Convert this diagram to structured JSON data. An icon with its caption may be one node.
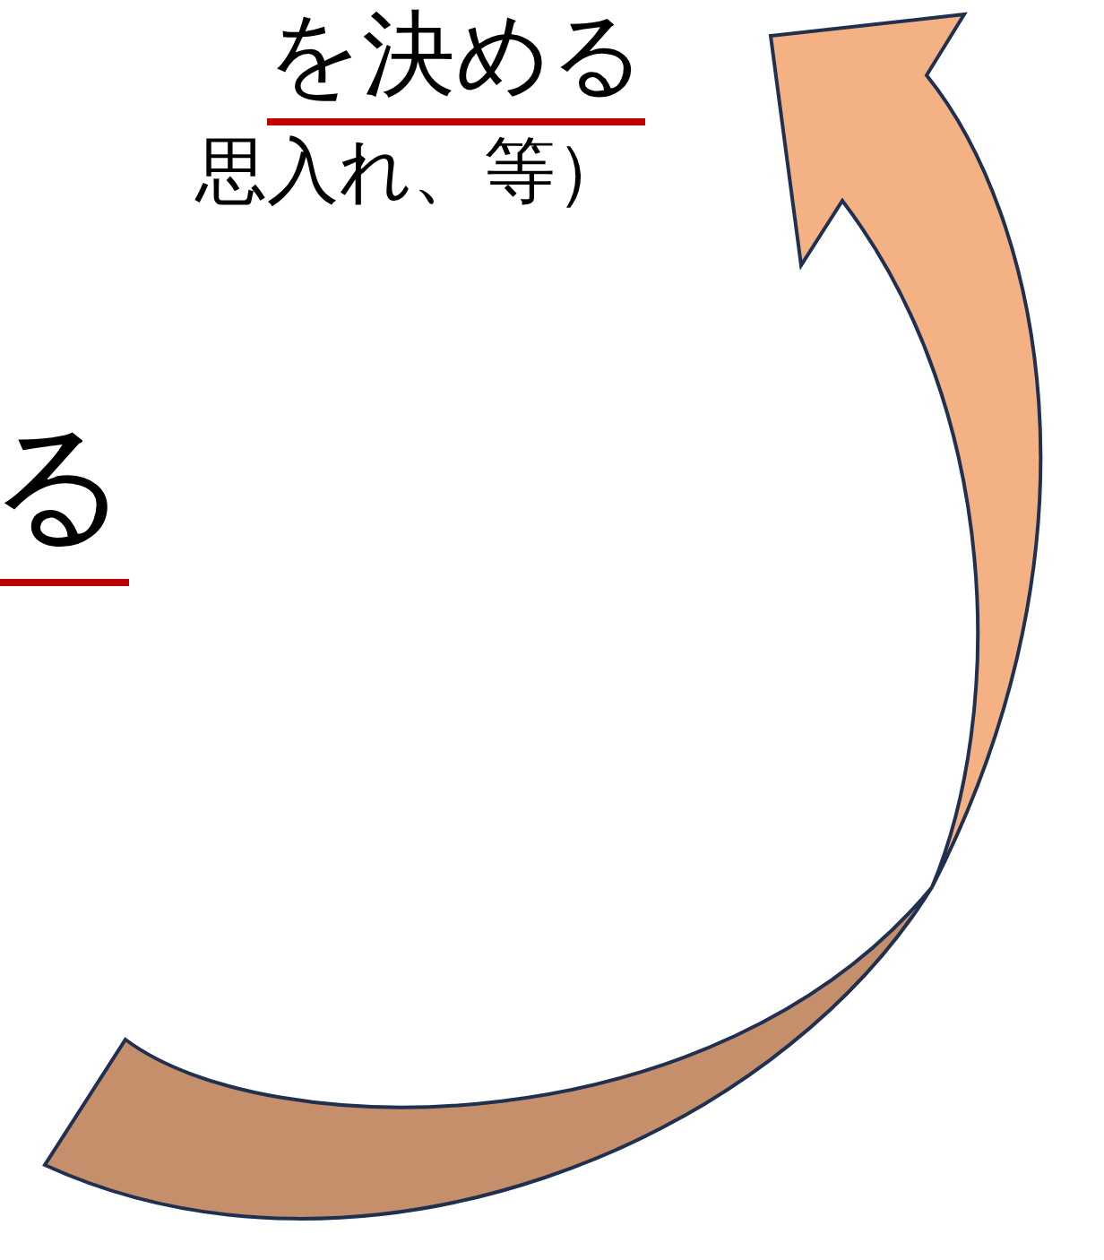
{
  "diagram": {
    "labels": [
      "を決める",
      "思入れ、等）",
      "る"
    ]
  }
}
